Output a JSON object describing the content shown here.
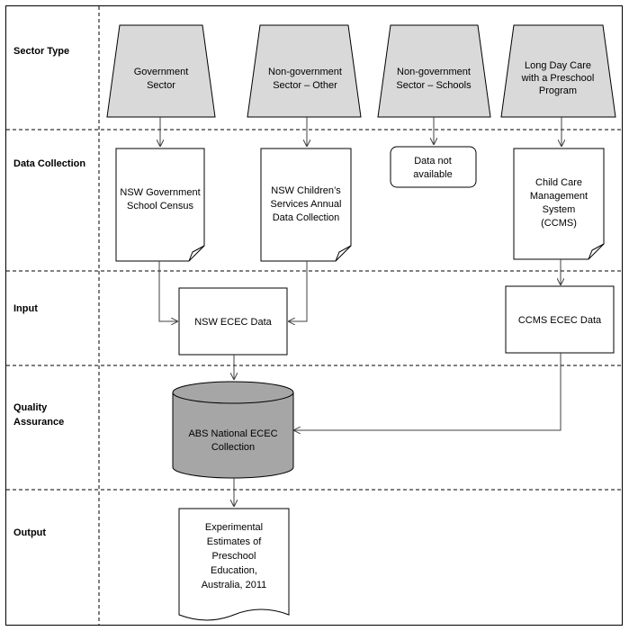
{
  "rows": {
    "sector_type": "Sector Type",
    "data_collection": "Data Collection",
    "input": "Input",
    "quality_assurance": [
      "Quality",
      "Assurance"
    ],
    "output": "Output"
  },
  "sectors": {
    "government": [
      "Government",
      "Sector"
    ],
    "nongov_other": [
      "Non-government",
      "Sector – Other"
    ],
    "nongov_schools": [
      "Non-government",
      "Sector – Schools"
    ],
    "long_day_care": [
      "Long Day Care",
      "with a Preschool",
      "Program"
    ]
  },
  "collections": {
    "nsw_census": [
      "NSW Government",
      "School Census"
    ],
    "nsw_childrens": [
      "NSW Children’s",
      "Services Annual",
      "Data Collection"
    ],
    "not_available": [
      "Data not",
      "available"
    ],
    "ccms": [
      "Child Care",
      "Management",
      "System",
      "(CCMS)"
    ]
  },
  "inputs": {
    "nsw_ecec": "NSW ECEC Data",
    "ccms_ecec": "CCMS ECEC Data"
  },
  "qa": {
    "abs_collection": [
      "ABS National ECEC",
      "Collection"
    ]
  },
  "output": {
    "estimates": [
      "Experimental",
      "Estimates of",
      "Preschool",
      "Education,",
      "Australia, 2011"
    ]
  },
  "colors": {
    "trapezoid_fill": "#d9d9d9",
    "cylinder_fill": "#a6a6a6",
    "stroke": "#000000",
    "arrow": "#404040"
  }
}
